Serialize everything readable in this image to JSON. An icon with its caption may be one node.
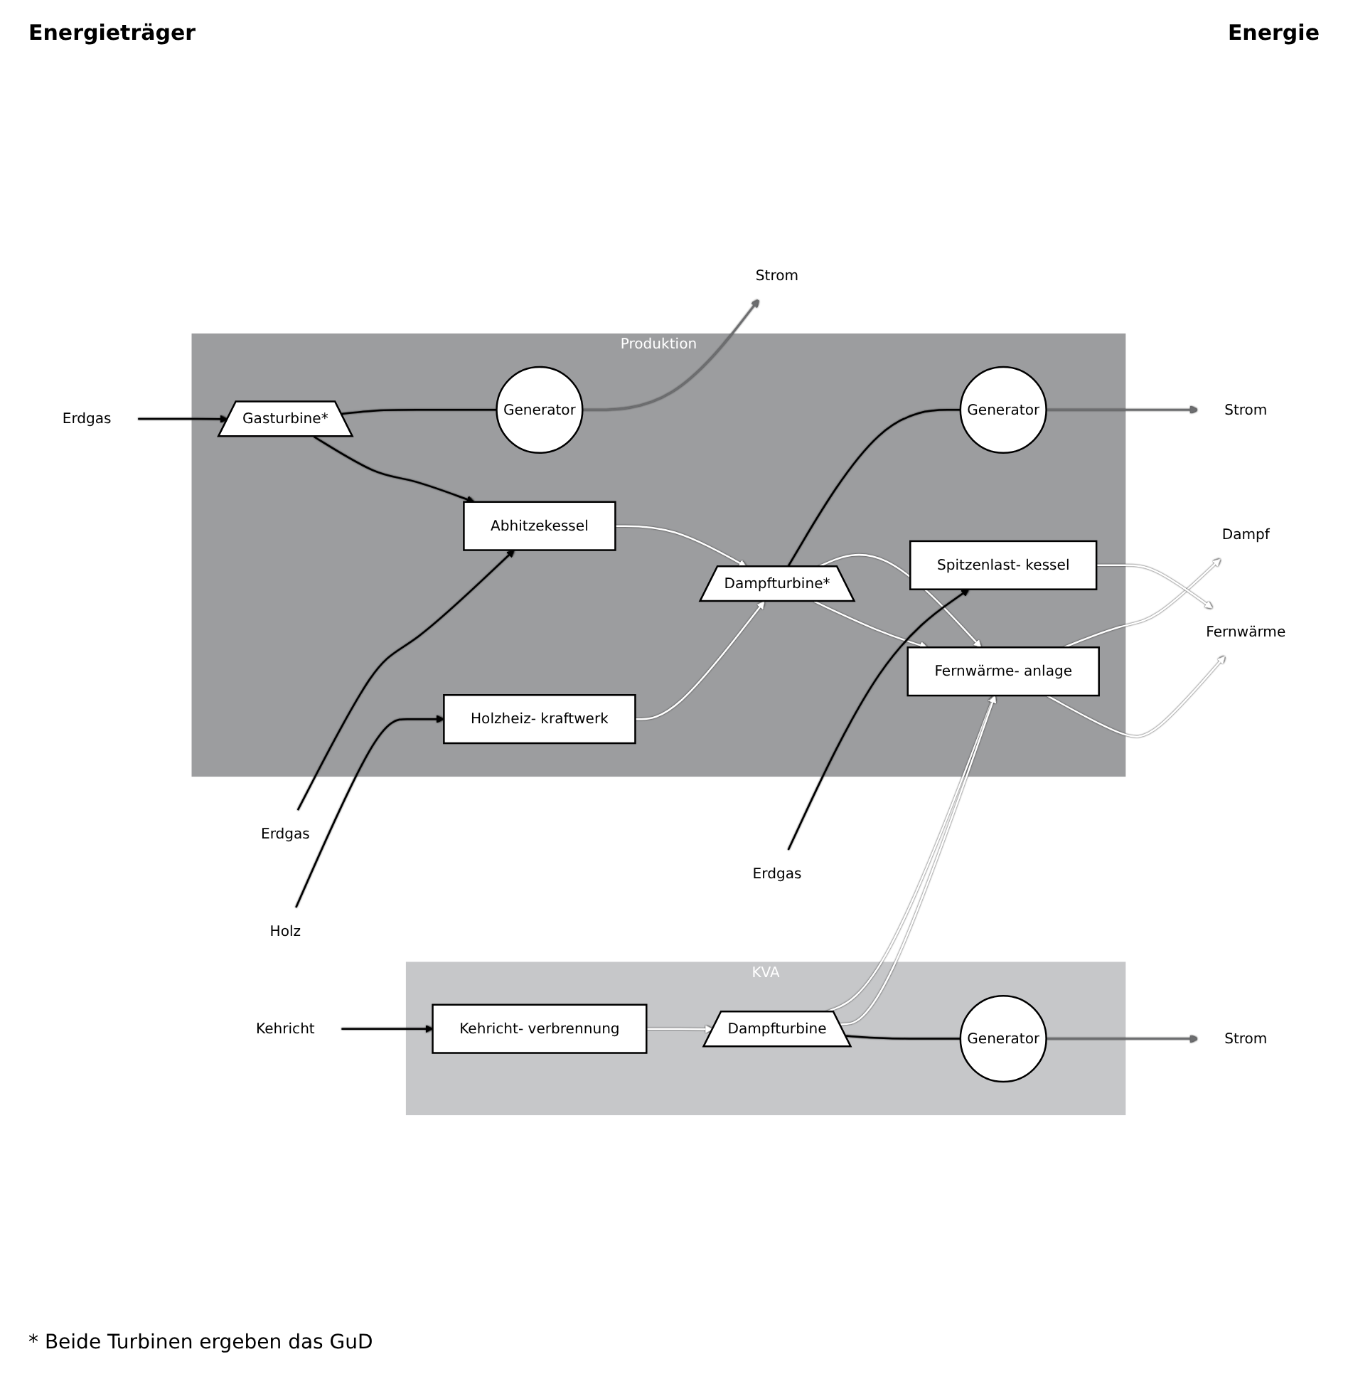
{
  "diagram": {
    "caption": "* Beide Turbinen ergeben das GuD",
    "nodes": [
      {
        "text": [
          "Produktion"
        ]
      },
      {
        "text": [
          "KVA"
        ]
      },
      {
        "text": [
          "Erdgas"
        ]
      },
      {
        "text": [
          "Gasturbine*"
        ],
        "in": 0
      },
      {
        "text": [
          "Generator"
        ],
        "in": 0
      },
      {
        "text": [
          "Strom"
        ]
      },
      {
        "text": [
          "Abhitzekessel"
        ],
        "in": 0
      },
      {
        "text": [
          "Erdgas"
        ]
      },
      {
        "text": [
          "Dampfturbine*"
        ],
        "in": 0
      },
      {
        "text": [
          "Generator"
        ],
        "in": 0
      },
      {
        "text": [
          "Strom"
        ]
      },
      {
        "text": [
          "Holz"
        ]
      },
      {
        "text": [
          "Holzheiz- kraftwerk"
        ],
        "in": 0
      },
      {
        "text": [
          "Fernwärme- anlage"
        ],
        "in": 0
      },
      {
        "text": [
          "Dampf"
        ]
      },
      {
        "text": [
          "Fernwärme"
        ]
      },
      {
        "text": [
          "Erdgas"
        ]
      },
      {
        "text": [
          "Spitzenlast- kessel"
        ],
        "in": 0
      },
      {
        "text": [
          "Kehricht"
        ]
      },
      {
        "text": [
          "Kehricht- verbrennung"
        ],
        "in": 1
      },
      {
        "text": [
          "Dampfturbine"
        ],
        "in": 1
      },
      {
        "text": [
          "Generator"
        ],
        "in": 1
      },
      {
        "text": [
          "Strom"
        ]
      }
    ],
    "edges": [
      {
        "from": 2,
        "to": 3,
        "arrow": "to",
        "color": "#000000"
      },
      {
        "from": 3,
        "to": 4,
        "arrow": "none",
        "color": "#000000"
      },
      {
        "from": 4,
        "to": 5,
        "arrow": "to",
        "color": "#6d6e70"
      },
      {
        "from": 3,
        "to": 6,
        "arrow": "to",
        "color": "#000000"
      },
      {
        "from": 7,
        "to": 6,
        "arrow": "to",
        "color": "#000000"
      },
      {
        "from": 6,
        "to": 8,
        "arrow": "to"
      },
      {
        "from": 8,
        "to": 9,
        "arrow": "none",
        "color": "#000000"
      },
      {
        "from": 9,
        "to": 10,
        "arrow": "to",
        "color": "#6d6e70"
      },
      {
        "from": 11,
        "to": 12,
        "arrow": "to",
        "color": "#000000"
      },
      {
        "from": 12,
        "to": 8,
        "arrow": "to"
      },
      {
        "from": 8,
        "to": 13,
        "arrow": "to"
      },
      {
        "from": 8,
        "to": 13,
        "arrow": "to"
      },
      {
        "from": 13,
        "to": 14,
        "arrow": "to"
      },
      {
        "from": 13,
        "to": 15,
        "arrow": "to"
      },
      {
        "from": 16,
        "to": 17,
        "arrow": "to",
        "color": "#000000"
      },
      {
        "from": 17,
        "to": 15,
        "arrow": "to"
      },
      {
        "from": 18,
        "to": 19,
        "arrow": "to",
        "color": "#000000"
      },
      {
        "from": 19,
        "to": 20,
        "arrow": "to"
      },
      {
        "from": 20,
        "to": 13,
        "arrow": "to"
      },
      {
        "from": 20,
        "to": 13,
        "arrow": "to"
      },
      {
        "from": 20,
        "to": 21,
        "arrow": "none",
        "color": "#000000"
      },
      {
        "from": 21,
        "to": 22,
        "arrow": "to",
        "color": "#6d6e70"
      }
    ],
    "labels": [
      "Energieträger",
      "Energie"
    ]
  }
}
